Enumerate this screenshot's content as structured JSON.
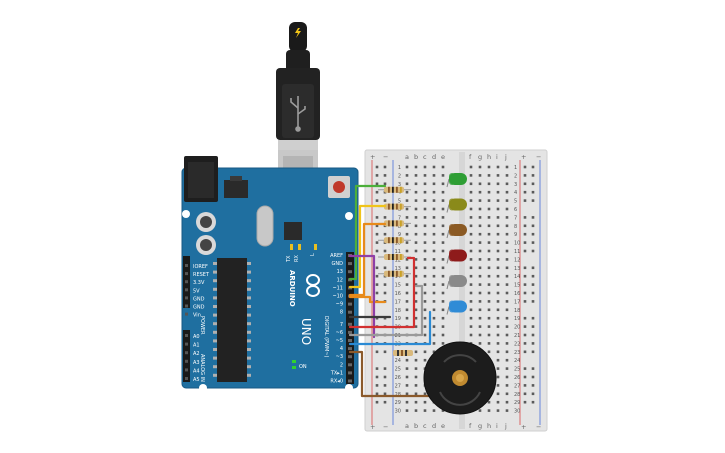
{
  "arduino": {
    "brand": "ARDUINO",
    "model": "UNO",
    "digital_title": "DIGITAL (PWM~)",
    "power_title": "POWER",
    "analog_title": "ANALOG IN",
    "on_label": "ON",
    "tx_label": "TX",
    "rx_label": "RX",
    "l_label": "L",
    "digital_pins": [
      "AREF",
      "GND",
      "13",
      "12",
      "~11",
      "~10",
      "~9",
      "8",
      "7",
      "~6",
      "~5",
      "4",
      "~3",
      "2",
      "TX▸1",
      "RX◂0"
    ],
    "power_pins": [
      "IOREF",
      "RESET",
      "3.3V",
      "5V",
      "GND",
      "GND",
      "Vin"
    ],
    "analog_pins": [
      "A0",
      "A1",
      "A2",
      "A3",
      "A4",
      "A5"
    ]
  },
  "breadboard": {
    "columns_left": [
      "a",
      "b",
      "c",
      "d",
      "e"
    ],
    "columns_right": [
      "f",
      "g",
      "h",
      "i",
      "j"
    ],
    "rail_plus": "+",
    "rail_minus": "−",
    "row_count": 30
  },
  "leds": [
    {
      "color": "green",
      "hex": "#2e9e34"
    },
    {
      "color": "olive",
      "hex": "#8a8a1a"
    },
    {
      "color": "brown",
      "hex": "#8b5a24"
    },
    {
      "color": "red",
      "hex": "#8e1b1b"
    },
    {
      "color": "gray",
      "hex": "#8a8a8a"
    },
    {
      "color": "blue",
      "hex": "#2f8bd6"
    }
  ],
  "wire_colors": {
    "green": "#4caf3a",
    "yellow": "#f0c419",
    "orange": "#e88a1a",
    "purple": "#8e3fa6",
    "red": "#d23030",
    "gray": "#9a9a9a",
    "blue": "#2a8ad4",
    "brown": "#8b5a2b"
  },
  "colors": {
    "board": "#1f6fa0",
    "board_dark": "#17557c",
    "breadboard": "#e6e6e6",
    "usb_plug": "#222222"
  }
}
